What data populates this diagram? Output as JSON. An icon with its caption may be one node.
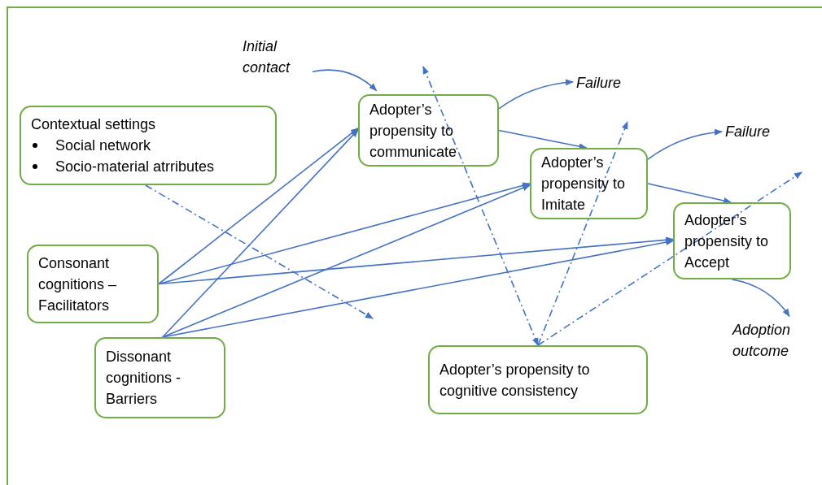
{
  "diagram": {
    "nodes": [
      {
        "text": [
          "Contextual settings",
          "Social network",
          "Socio-material atrributes"
        ]
      },
      {
        "text": [
          "Initial contact"
        ]
      },
      {
        "text": [
          "Adopter’s propensity to communicate"
        ]
      },
      {
        "text": [
          "Failure"
        ]
      },
      {
        "text": [
          "Adopter’s propensity to Imitate"
        ]
      },
      {
        "text": [
          "Failure"
        ]
      },
      {
        "text": [
          "Consonant cognitions – Facilitators"
        ]
      },
      {
        "text": [
          "Adopter’s propensity to Accept"
        ]
      },
      {
        "text": [
          "Dissonant cognitions - Barriers"
        ]
      },
      {
        "text": [
          "Adoption outcome"
        ]
      },
      {
        "text": [
          "Adopter’s propensity to cognitive consistency"
        ]
      }
    ],
    "edges": [
      {
        "from": 1,
        "to": 2,
        "arrow": "to"
      },
      {
        "from": 2,
        "to": 3,
        "arrow": "to"
      },
      {
        "from": 2,
        "to": 4,
        "arrow": "to"
      },
      {
        "from": 4,
        "to": 5,
        "arrow": "to"
      },
      {
        "from": 4,
        "to": 7,
        "arrow": "to"
      },
      {
        "from": 7,
        "to": 9,
        "arrow": "to"
      },
      {
        "from": 6,
        "to": 2,
        "arrow": "to"
      },
      {
        "from": 6,
        "to": 4,
        "arrow": "to"
      },
      {
        "from": 6,
        "to": 7,
        "arrow": "to"
      },
      {
        "from": 8,
        "to": 2,
        "arrow": "to"
      },
      {
        "from": 8,
        "to": 4,
        "arrow": "to"
      },
      {
        "from": 8,
        "to": 7,
        "arrow": "to"
      },
      {
        "from": 0,
        "to": null,
        "arrow": "to",
        "style": "dashed"
      },
      {
        "from": null,
        "to": 10,
        "arrow": "both",
        "style": "dashed"
      },
      {
        "from": 10,
        "to": null,
        "arrow": "to",
        "style": "dashed"
      },
      {
        "from": 10,
        "to": null,
        "arrow": "to",
        "style": "dashed"
      }
    ]
  }
}
